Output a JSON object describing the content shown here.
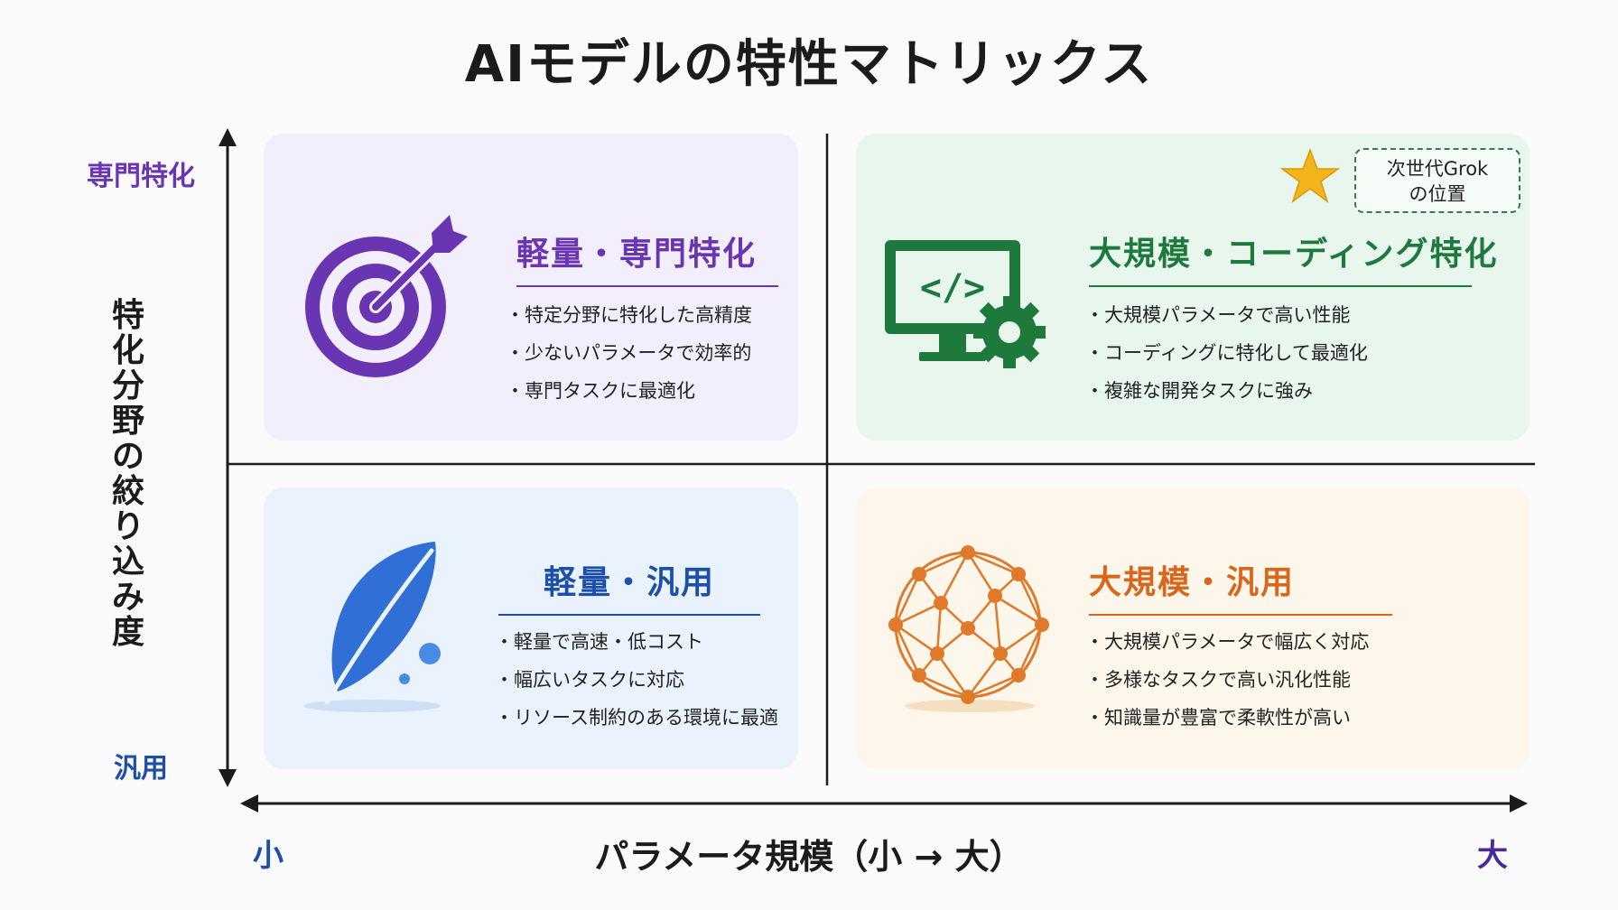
{
  "title": "AIモデルの特性マトリックス",
  "y_axis": {
    "title": "特化分野の絞り込み度",
    "top_label": "専門特化",
    "bottom_label": "汎用"
  },
  "x_axis": {
    "title": "パラメータ規模（小 → 大）",
    "left_label": "小",
    "right_label": "大"
  },
  "quadrants": {
    "top_left": {
      "heading": "軽量・専門特化",
      "icon": "target-icon",
      "color": "#6a35b2",
      "bullets": [
        "特定分野に特化した高精度",
        "少ないパラメータで効率的",
        "専門タスクに最適化"
      ]
    },
    "top_right": {
      "heading": "大規模・コーディング特化",
      "icon": "code-monitor-gear-icon",
      "color": "#1e7a3c",
      "bullets": [
        "大規模パラメータで高い性能",
        "コーディングに特化して最適化",
        "複雑な開発タスクに強み"
      ],
      "badge_line1": "次世代Grok",
      "badge_line2": "の位置",
      "badge_icon": "star-icon"
    },
    "bottom_left": {
      "heading": "軽量・汎用",
      "icon": "feather-icon",
      "color": "#1c4fa8",
      "bullets": [
        "軽量で高速・低コスト",
        "幅広いタスクに対応",
        "リソース制約のある環境に最適"
      ]
    },
    "bottom_right": {
      "heading": "大規模・汎用",
      "icon": "network-globe-icon",
      "color": "#d9661b",
      "bullets": [
        "大規模パラメータで幅広く対応",
        "多様なタスクで高い汎化性能",
        "知識量が豊富で柔軟性が高い"
      ]
    }
  }
}
